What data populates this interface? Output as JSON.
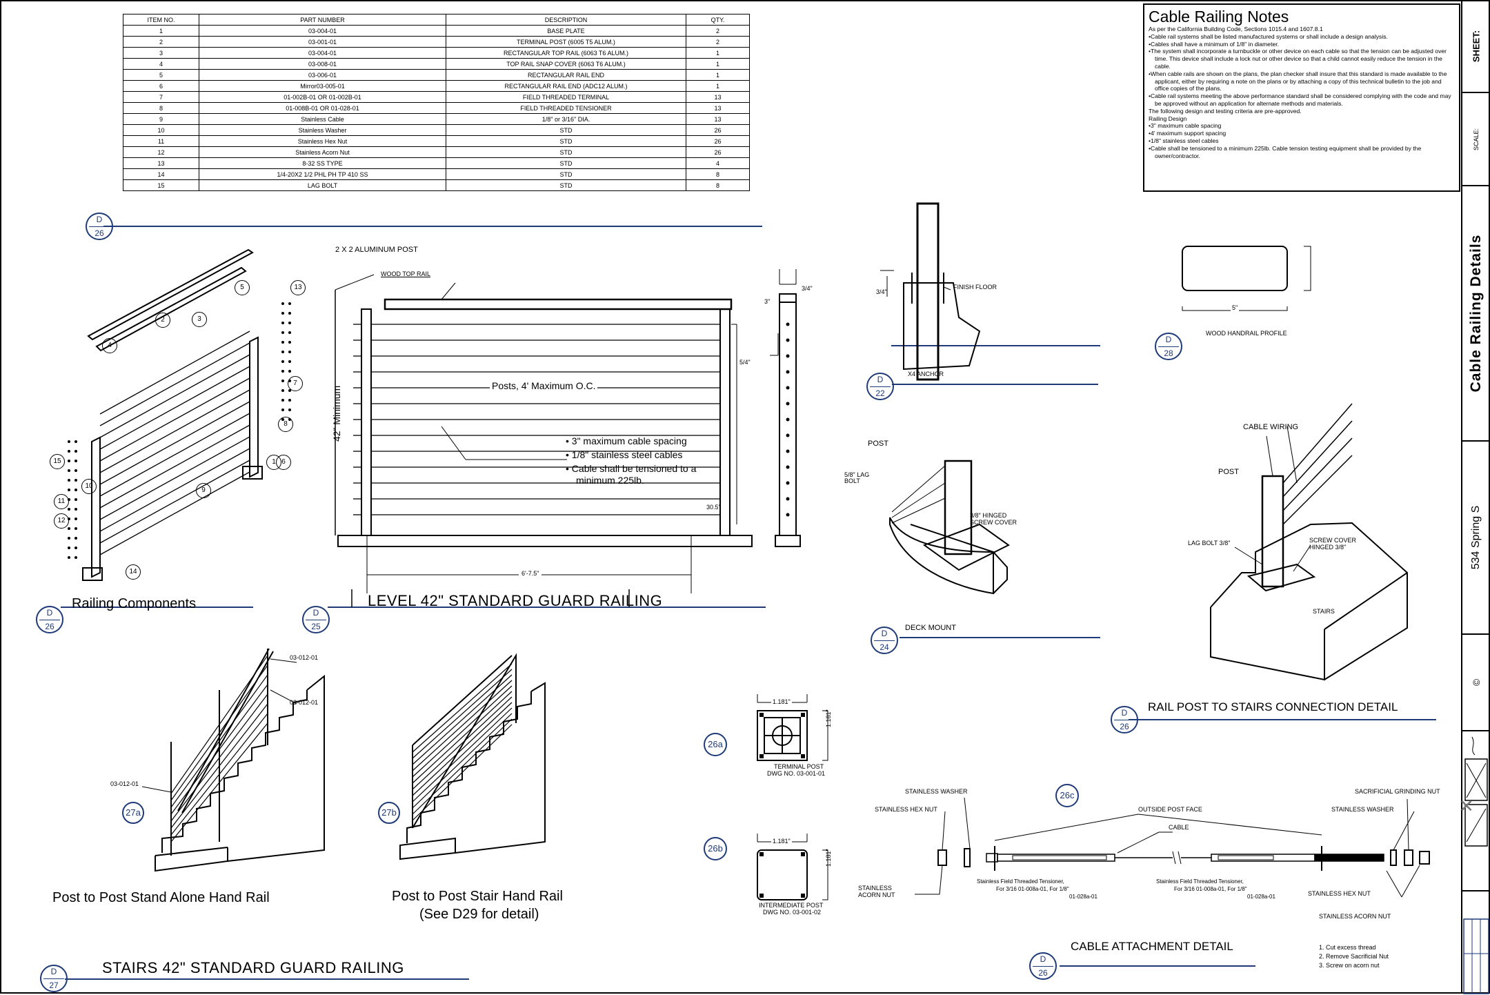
{
  "parts_table": {
    "headers": [
      "ITEM NO.",
      "PART NUMBER",
      "DESCRIPTION",
      "QTY."
    ],
    "rows": [
      [
        "1",
        "03-004-01",
        "BASE PLATE",
        "2"
      ],
      [
        "2",
        "03-001-01",
        "TERMINAL POST (6005 T5 ALUM.)",
        "2"
      ],
      [
        "3",
        "03-004-01",
        "RECTANGULAR TOP RAIL (6063 T6 ALUM.)",
        "1"
      ],
      [
        "4",
        "03-008-01",
        "TOP RAIL SNAP COVER (6063 T6 ALUM.)",
        "1"
      ],
      [
        "5",
        "03-006-01",
        "RECTANGULAR RAIL END",
        "1"
      ],
      [
        "6",
        "Mirror03-005-01",
        "RECTANGULAR RAIL END (ADC12 ALUM.)",
        "1"
      ],
      [
        "7",
        "01-002B-01 OR 01-002B-01",
        "FIELD THREADED TERMINAL",
        "13"
      ],
      [
        "8",
        "01-008B-01 OR 01-028-01",
        "FIELD THREADED TENSIONER",
        "13"
      ],
      [
        "9",
        "Stainless Cable",
        "1/8\" or 3/16\" DIA.",
        "13"
      ],
      [
        "10",
        "Stainless Washer",
        "STD",
        "26"
      ],
      [
        "11",
        "Stainless Hex Nut",
        "STD",
        "26"
      ],
      [
        "12",
        "Stainless Acorn Nut",
        "STD",
        "26"
      ],
      [
        "13",
        "8-32 SS TYPE",
        "STD",
        "4"
      ],
      [
        "14",
        "1/4-20X2 1/2 PHL PH TP 410 SS",
        "STD",
        "8"
      ],
      [
        "15",
        "LAG BOLT",
        "STD",
        "8"
      ]
    ]
  },
  "notes": {
    "title": "Cable Railing Notes",
    "intro": "As per the California Building Code, Sections 1015.4 and 1607.8.1",
    "items": [
      "Cable rail systems shall be listed manufactured systems or shall include a design analysis.",
      "Cables shall have a minimum of 1/8\" in diameter.",
      "The system shall incorporate a turnbuckle or other device on each cable so that the tension can be adjusted over time. This device shall include a lock nut or other device so that a child cannot easily reduce the tension in the cable.",
      "When cable rails are shown on the plans, the plan checker shall insure that this standard is made available to the applicant, either by requiring a note on the plans or by attaching a copy of this technical bulletin to the job and office copies of the plans.",
      "Cable rail systems meeting the above performance standard shall be considered complying with the code and may be approved without an application for alternate methods and materials."
    ],
    "subheading": "The following design and testing criteria are pre-approved.",
    "design_label": "Railing Design",
    "design_items": [
      "3\" maximum cable spacing",
      "4' maximum support spacing",
      "1/8\" stainless steel cables",
      "Cable shall be tensioned to a minimum 225lb. Cable tension testing equipment shall be provided by the owner/contractor."
    ]
  },
  "title_block": {
    "sheet_label": "SHEET:",
    "scale_label": "SCALE:",
    "sheet_title": "Cable Railing Details",
    "address": "534 Spring S",
    "copyright": "©"
  },
  "detail_tags": [
    {
      "key": "parts",
      "letter": "D",
      "num": "26"
    },
    {
      "key": "components",
      "letter": "D",
      "num": "26"
    },
    {
      "key": "level",
      "letter": "D",
      "num": "25"
    },
    {
      "key": "anchor",
      "letter": "D",
      "num": "22"
    },
    {
      "key": "handrail",
      "letter": "D",
      "num": "28"
    },
    {
      "key": "deck",
      "letter": "D",
      "num": "24"
    },
    {
      "key": "stairs_conn",
      "letter": "D",
      "num": "26"
    },
    {
      "key": "cable_att",
      "letter": "D",
      "num": "26"
    },
    {
      "key": "stairs",
      "letter": "D",
      "num": "27"
    }
  ],
  "labels": {
    "components_title": "Railing Components",
    "level_title": "LEVEL 42\" STANDARD GUARD RAILING",
    "post_size_a": "2",
    "post_size_b": "X 2",
    "post_size_c": "ALUMINUM POST",
    "wood_top_rail": "WOOD TOP RAIL",
    "min_height": "42\" Minimum",
    "posts_spacing": "Posts, 4' Maximum O.C.",
    "bullet_1": "• 3\" maximum cable spacing",
    "bullet_2": "• 1/8\" stainless steel cables",
    "bullet_3": "• Cable shall be tensioned to a",
    "bullet_3b": "minimum 225lb.",
    "width_dim": "6'-7.5\"",
    "dim_small_1": "3/4\"",
    "dim_small_2": "3\"",
    "dim_small_3": "5/4\"",
    "dim_small_4": "3/4\"",
    "dim_small_5": "30.5\"",
    "finish_floor": "FINISH FLOOR",
    "x4_anchor": "X4 ANCHOR",
    "post": "POST",
    "lag_bolt": "5/8\" LAG BOLT",
    "hinged_cover": "3/8\" HINGED SCREW COVER",
    "deck_mount": "DECK MOUNT",
    "wood_handrail": "WOOD HANDRAIL PROFILE",
    "handrail_w": "5\"",
    "cable_wiring": "CABLE WIRING",
    "post2": "POST",
    "lag_bolt2": "LAG BOLT 3/8\"",
    "screw_cover": "SCREW COVER HINGED 3/8\"",
    "stairs_word": "STAIRS",
    "rail_post_title": "RAIL POST TO STAIRS CONNECTION DETAIL",
    "pn_1": "03-012-01",
    "pn_2": "03-012-01",
    "pn_3": "03-012-01",
    "tag_27a": "27a",
    "tag_27b": "27b",
    "standalone_title": "Post to Post Stand Alone Hand Rail",
    "stair_title": "Post to Post Stair Hand Rail",
    "stair_sub": "(See D29 for detail)",
    "stairs42_title": "STAIRS 42\" STANDARD GUARD RAILING",
    "tag_26a": "26a",
    "tag_26b": "26b",
    "tag_26c": "26c",
    "dim_1181a": "1.181\"",
    "dim_1181b": "1.181\"",
    "dim_1181c": "1.181\"",
    "dim_1181d": "1.181\"",
    "terminal_post": "TERMINAL POST",
    "terminal_dwg": "DWG NO. 03-001-01",
    "intermediate_post": "INTERMEDIATE POST",
    "intermediate_dwg": "DWG NO. 03-001-02",
    "ss_washer": "STAINLESS WASHER",
    "ss_hex": "STAINLESS HEX NUT",
    "ss_acorn": "STAINLESS ACORN NUT",
    "outside_face": "OUTSIDE POST FACE",
    "cable": "CABLE",
    "tensioner_1": "Stainless Field Threaded Tensioner,",
    "tensioner_2": "For 3/16 01-008a-01, For 1/8\"",
    "tensioner_3": "01-028a-01",
    "tensioner2_1": "Stainless Field Threaded Tensioner,",
    "tensioner2_2": "For 3/16 01-008a-01, For 1/8\"",
    "tensioner2_3": "01-028a-01",
    "sacrificial": "SACRIFICIAL GRINDING NUT",
    "ss_washer2": "STAINLESS WASHER",
    "ss_hex2": "STAINLESS HEX NUT",
    "ss_acorn2": "STAINLESS ACORN NUT",
    "cable_att_title": "CABLE ATTACHMENT DETAIL",
    "step_1": "1. Cut excess thread",
    "step_2": "2. Remove Sacrificial Nut",
    "step_3": "3. Screw on acorn nut"
  },
  "component_numbers": [
    "1",
    "2",
    "3",
    "4",
    "5",
    "6",
    "7",
    "8",
    "9",
    "10",
    "11",
    "12",
    "13",
    "14",
    "15"
  ]
}
